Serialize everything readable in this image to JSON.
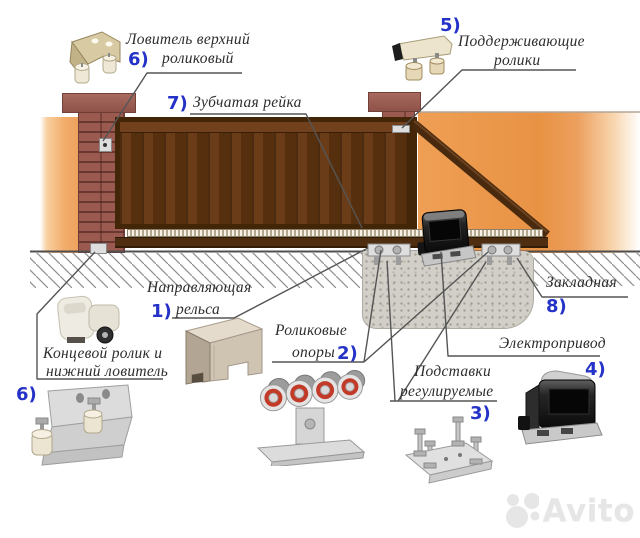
{
  "labels": {
    "catcher_top": {
      "num": "6)",
      "line1": "Ловитель верхний",
      "line2": "роликовый"
    },
    "support_rollers": {
      "num": "5)",
      "line1": "Поддерживающие",
      "line2": "ролики"
    },
    "gear_rack": {
      "num": "7)",
      "text": "Зубчатая рейка"
    },
    "guide_rail": {
      "num": "1)",
      "line1": "Направляющая",
      "line2": "рельса"
    },
    "end_roller": {
      "num": "6)",
      "line1": "Концевой ролик и",
      "line2": "нижний ловитель"
    },
    "roller_supports": {
      "num": "2)",
      "line1": "Роликовые",
      "line2": "опоры"
    },
    "adjustable_stands": {
      "num": "3)",
      "line1": "Подставки",
      "line2": "регулируемые"
    },
    "drive": {
      "num": "4)",
      "text": "Электропривод"
    },
    "embedded_plate": {
      "num": "8)",
      "text": "Закладная"
    }
  },
  "watermark": {
    "text": "Avito"
  },
  "colors": {
    "wall_orange": "#e89244",
    "brick": "#9a5a50",
    "gate_brown": "#5e3513",
    "number_blue": "#2432c8",
    "concrete": "#d2cfc8"
  }
}
